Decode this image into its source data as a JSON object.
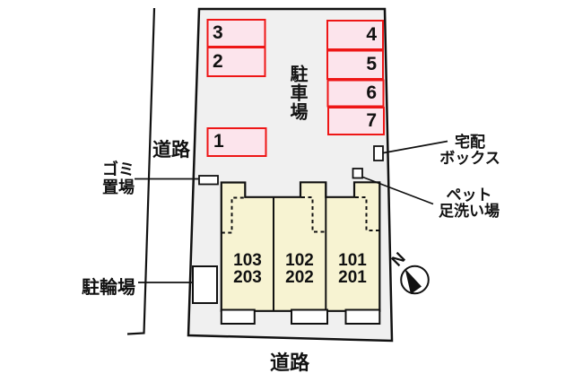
{
  "plan": {
    "parking_area_label": "駐車場",
    "parking_spaces": [
      "1",
      "2",
      "3",
      "4",
      "5",
      "6",
      "7"
    ],
    "units": [
      {
        "first": "103",
        "second": "203"
      },
      {
        "first": "102",
        "second": "202"
      },
      {
        "first": "101",
        "second": "201"
      }
    ],
    "road_left_label": "道路",
    "road_bottom_label": "道路",
    "garbage_label_line1": "ゴミ",
    "garbage_label_line2": "置場",
    "bicycle_label": "駐輪場",
    "delivery_label_line1": "宅配",
    "delivery_label_line2": "ボックス",
    "pet_label_line1": "ペット",
    "pet_label_line2": "足洗い場",
    "north_label": "N"
  },
  "colors": {
    "parking_fill": "#fce4ec",
    "parking_border": "#ee1616",
    "building_fill": "#f7f3d2",
    "plot_fill": "#f0f0f0",
    "line": "#111111"
  }
}
